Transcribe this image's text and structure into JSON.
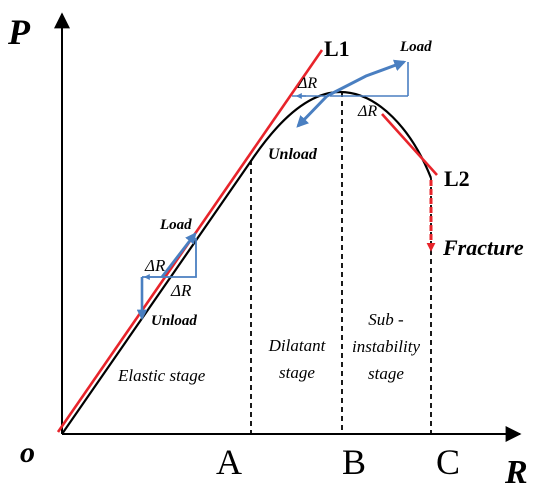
{
  "axes": {
    "y_label": "P",
    "x_label": "R",
    "origin_label": "o"
  },
  "points": {
    "a": "A",
    "b": "B",
    "c": "C"
  },
  "lines": {
    "l1": "L1",
    "l2": "L2"
  },
  "annotations": {
    "load_low": "Load",
    "unload_low": "Unload",
    "delta_low_left": "ΔR",
    "delta_low_right": "ΔR",
    "load_high": "Load",
    "unload_high": "Unload",
    "delta_high_left": "ΔR",
    "delta_high_right": "ΔR",
    "fracture": "Fracture"
  },
  "stages": {
    "elastic": "Elastic stage",
    "dilatant_1": "Dilatant",
    "dilatant_2": "stage",
    "sub_1": "Sub -",
    "sub_2": "instability",
    "sub_3": "stage"
  },
  "colors": {
    "curve": "#000000",
    "tangent": "#e8242b",
    "arrow": "#4a7fc1",
    "fracture_arrow": "#e8242b"
  }
}
